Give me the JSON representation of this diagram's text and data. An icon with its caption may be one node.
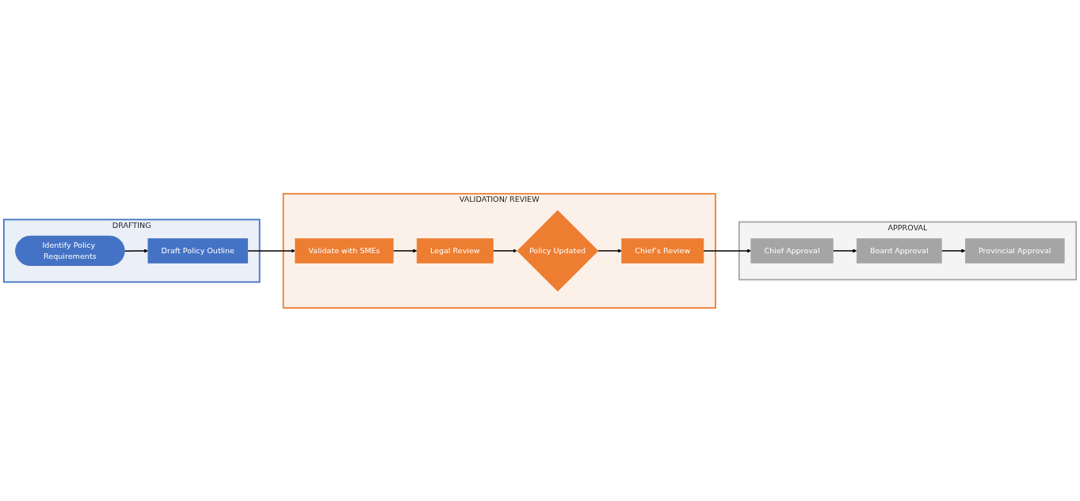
{
  "diagram": {
    "nodes": [
      {
        "text": [
          "DRAFTING"
        ]
      },
      {
        "text": [
          "Identify Policy Requirements"
        ],
        "in": 0
      },
      {
        "text": [
          "Draft Policy Outline"
        ],
        "in": 0
      },
      {
        "text": [
          "VALIDATION/ REVIEW"
        ]
      },
      {
        "text": [
          "Validate with SMEs"
        ],
        "in": 3
      },
      {
        "text": [
          "Legal Review"
        ],
        "in": 3
      },
      {
        "text": [
          "Policy Updated"
        ],
        "in": 3
      },
      {
        "text": [
          "Chief’s Review"
        ],
        "in": 3
      },
      {
        "text": [
          "APPROVAL"
        ]
      },
      {
        "text": [
          "Chief Approval"
        ],
        "in": 8
      },
      {
        "text": [
          "Board Approval"
        ],
        "in": 8
      },
      {
        "text": [
          "Provincial Approval"
        ],
        "in": 8
      }
    ],
    "edges": [
      {
        "from": 1,
        "to": 2,
        "arrow": "to"
      },
      {
        "from": 2,
        "to": 4,
        "arrow": "to"
      },
      {
        "from": 4,
        "to": 5,
        "arrow": "to"
      },
      {
        "from": 5,
        "to": 6,
        "arrow": "to"
      },
      {
        "from": 6,
        "to": 7,
        "arrow": "to"
      },
      {
        "from": 7,
        "to": 9,
        "arrow": "to"
      },
      {
        "from": 9,
        "to": 10,
        "arrow": "to"
      },
      {
        "from": 10,
        "to": 11,
        "arrow": "to"
      }
    ]
  }
}
